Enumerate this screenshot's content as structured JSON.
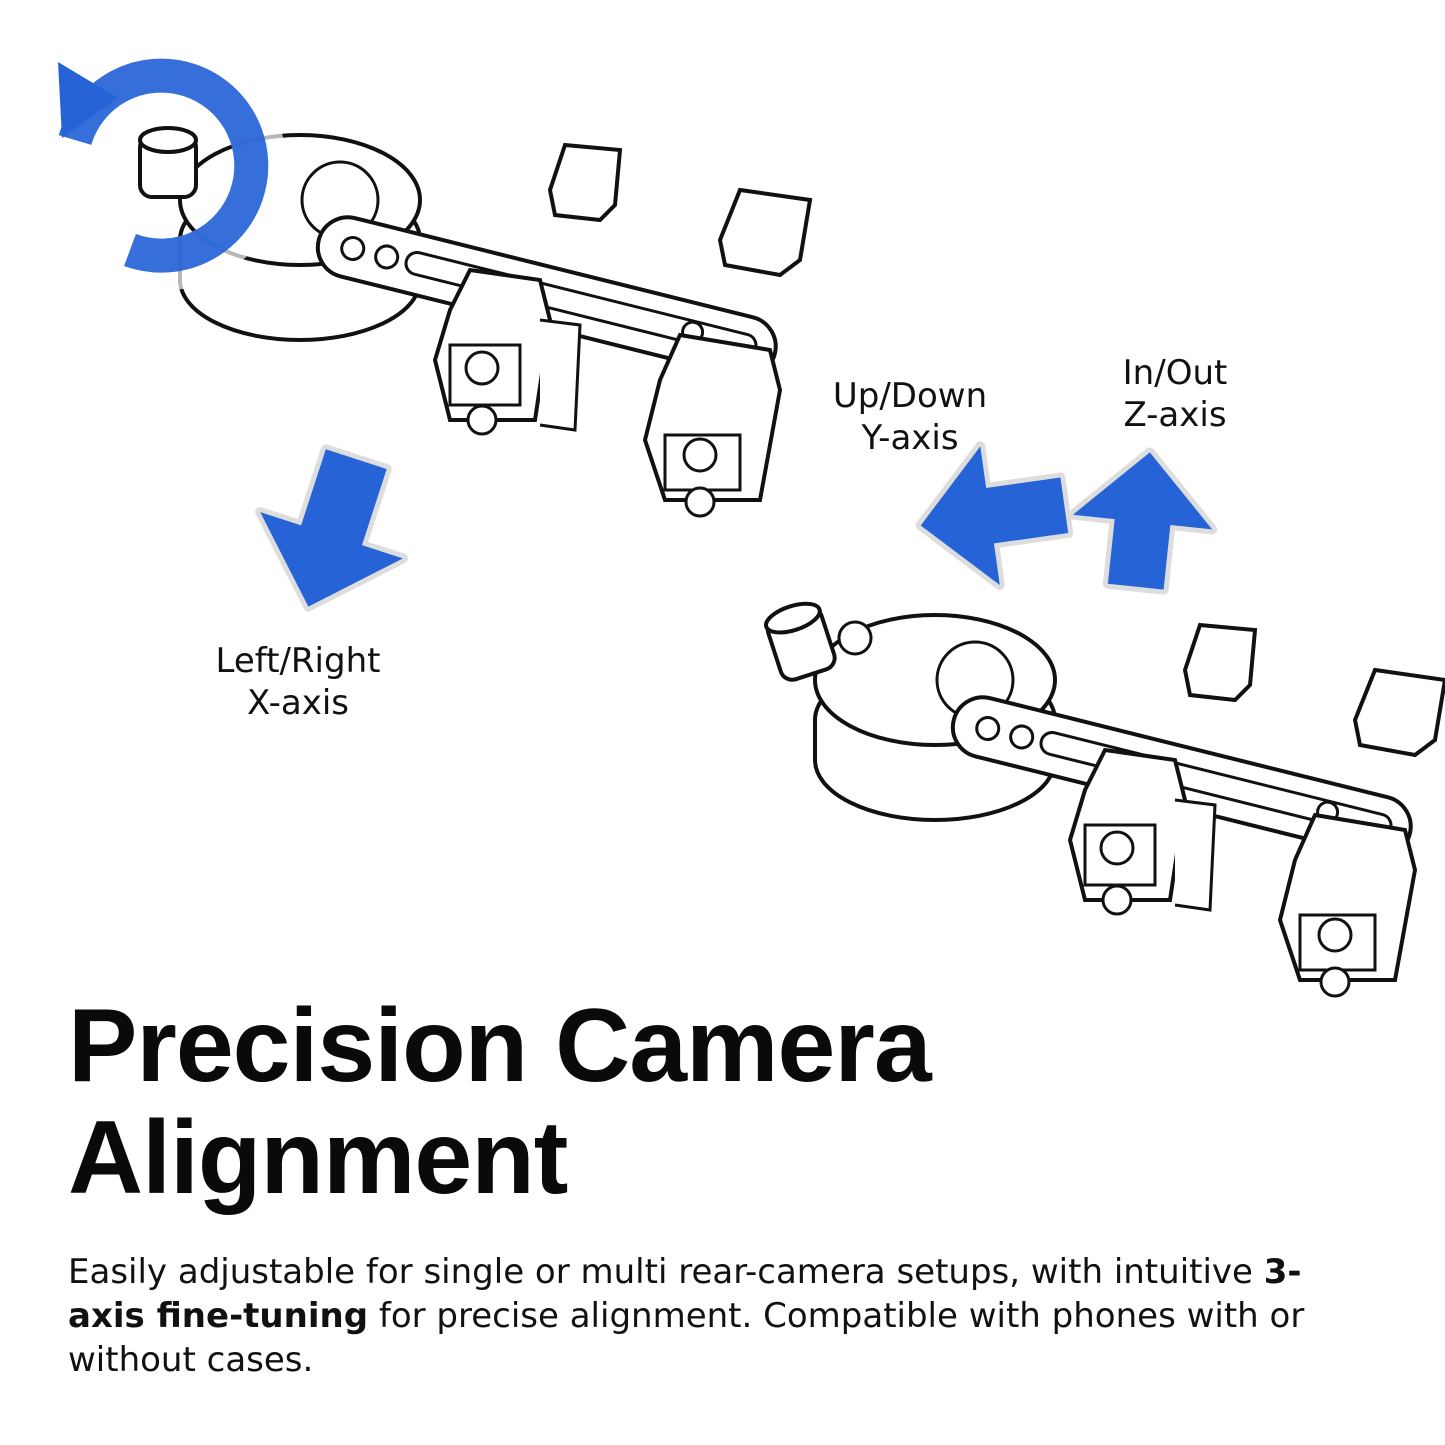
{
  "colors": {
    "accent_blue": "#2563d6",
    "line": "#111111",
    "background": "#ffffff"
  },
  "illustration": {
    "top_mount_icon": "rotate-counterclockwise-icon",
    "arrows": [
      "arrow-down-left-icon",
      "arrow-left-icon",
      "arrow-up-icon"
    ]
  },
  "axes": {
    "x": {
      "line1": "Left/Right",
      "line2": "X-axis"
    },
    "y": {
      "line1": "Up/Down",
      "line2": "Y-axis"
    },
    "z": {
      "line1": "In/Out",
      "line2": "Z-axis"
    }
  },
  "headline": {
    "line1": "Precision Camera",
    "line2": "Alignment"
  },
  "description": {
    "part1": "Easily adjustable for single or multi rear-camera setups, with intuitive ",
    "bold": "3-axis fine-tuning",
    "part2": " for precise alignment. Compatible with phones with or without cases."
  }
}
